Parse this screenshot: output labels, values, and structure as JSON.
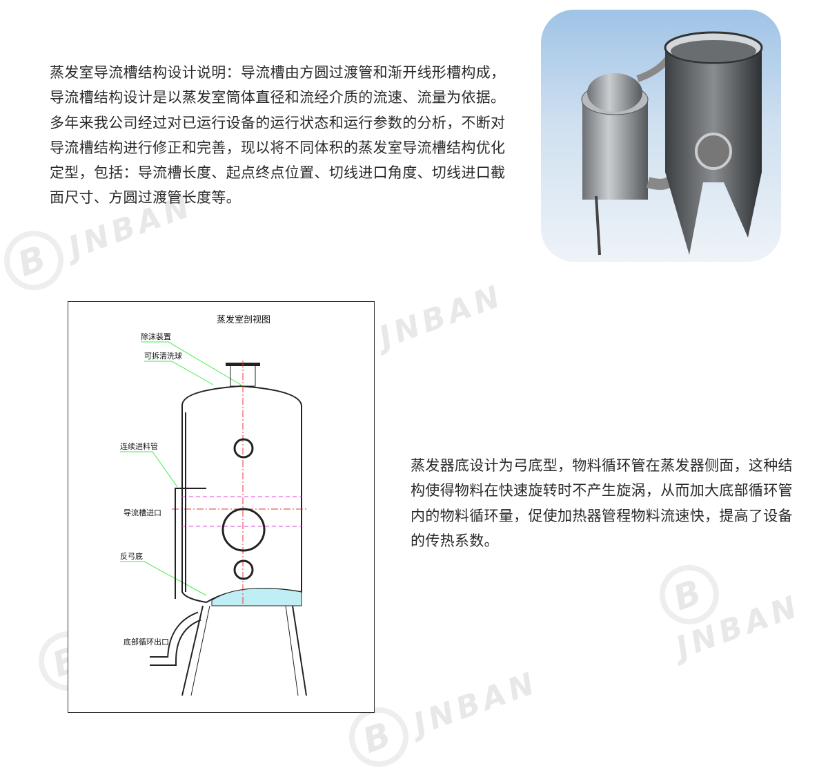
{
  "paragraph_top": "蒸发室导流槽结构设计说明：导流槽由方圆过渡管和渐开线形槽构成，导流槽结构设计是以蒸发室筒体直径和流经介质的流速、流量为依据。多年来我公司经过对已运行设备的运行状态和运行参数的分析，不断对导流槽结构进行修正和完善，现以将不同体积的蒸发室导流槽结构优化定型，包括：导流槽长度、起点终点位置、切线进口角度、切线进口截面尺寸、方圆过渡管长度等。",
  "paragraph_bottom": "蒸发器底设计为弓底型，物料循环管在蒸发器侧面，这种结构使得物料在快速旋转时不产生旋涡，从而加大底部循环管内的物料循环量，促使加热器管程物料流速快，提高了设备的传热系数。",
  "diagram": {
    "title": "蒸发室剖视图",
    "labels": {
      "demister": "除沫装置",
      "spray_ball": "可拆清洗球",
      "feed_pipe": "连续进料管",
      "inlet": "导流槽进口",
      "bottom": "反弓底",
      "outlet": "底部循环出口"
    }
  },
  "watermark": "JNBAN"
}
